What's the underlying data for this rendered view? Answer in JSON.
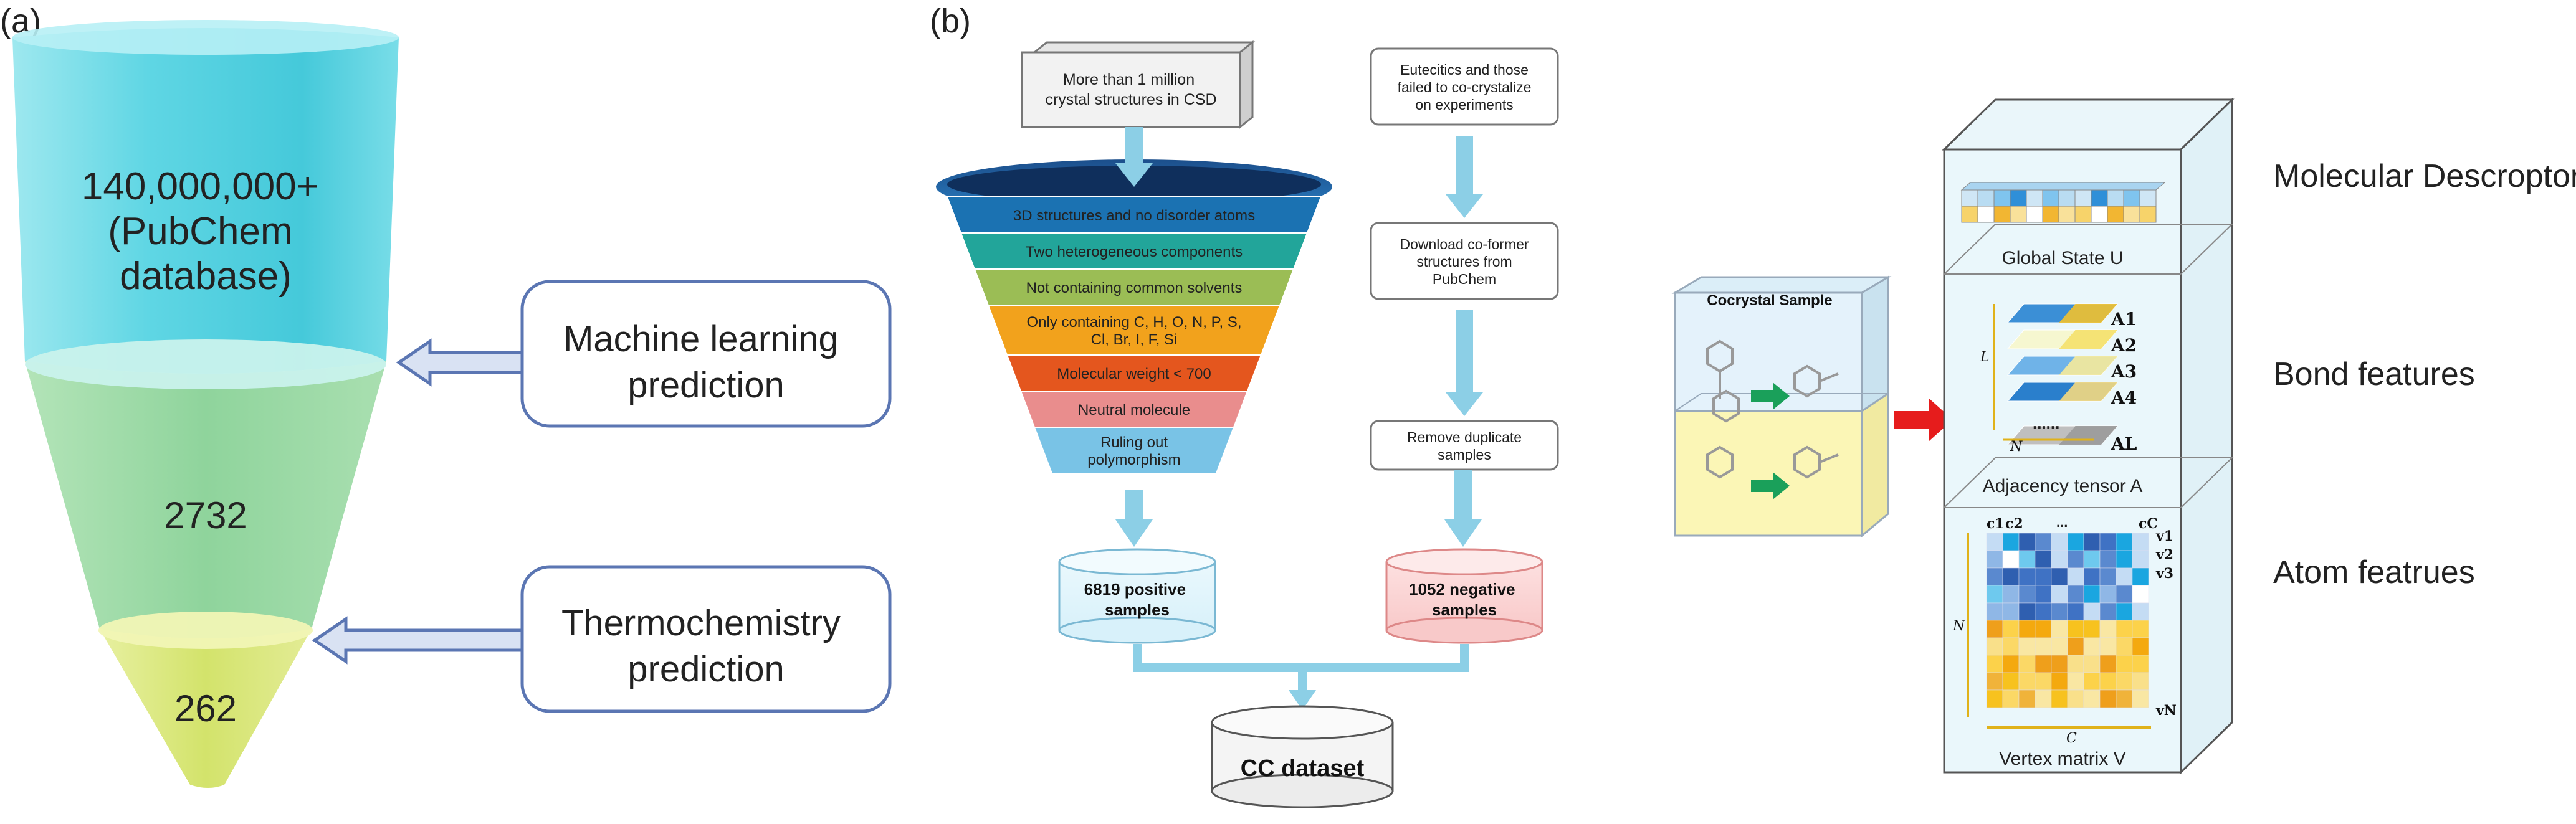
{
  "panel_a": {
    "label": "(a)",
    "tiers": [
      {
        "text_lines": [
          "140,000,000+",
          "(PubChem",
          "database)"
        ]
      },
      {
        "text_lines": [
          "2732"
        ]
      },
      {
        "text_lines": [
          "262"
        ]
      }
    ],
    "callouts": [
      {
        "text_lines": [
          "Machine learning",
          "prediction"
        ]
      },
      {
        "text_lines": [
          "Thermochemistry",
          "prediction"
        ]
      }
    ]
  },
  "panel_b": {
    "label": "(b)",
    "csd_box": [
      "More than 1 million",
      "crystal structures in CSD"
    ],
    "funnel_layers": [
      {
        "lines": [
          "3D structures and no disorder atoms"
        ],
        "color": "#1b72b2"
      },
      {
        "lines": [
          "Two heterogeneous components"
        ],
        "color": "#22a59a"
      },
      {
        "lines": [
          "Not containing common solvents"
        ],
        "color": "#9bbd55"
      },
      {
        "lines": [
          "Only containing C, H, O, N, P, S,",
          "Cl, Br, I, F, Si"
        ],
        "color": "#f2a21c"
      },
      {
        "lines": [
          "Molecular weight < 700"
        ],
        "color": "#e4561e"
      },
      {
        "lines": [
          "Neutral molecule"
        ],
        "color": "#e98d8d"
      },
      {
        "lines": [
          "Ruling out",
          "polymorphism"
        ],
        "color": "#79c3e6"
      }
    ],
    "neg_steps": [
      [
        "Eutecitics and those",
        "failed to co-crystalize",
        "on experiments"
      ],
      [
        "Download co-former",
        "structures from",
        "PubChem"
      ],
      [
        "Remove duplicate",
        "samples"
      ]
    ],
    "positive": [
      "6819 positive",
      "samples"
    ],
    "negative": [
      "1052 negative",
      "samples"
    ],
    "dataset": "CC dataset"
  },
  "panel_c": {
    "sample_title": "Cocrystal Sample",
    "global_state": "Global State U",
    "adjacency": "Adjacency tensor A",
    "vertex": "Vertex matrix V",
    "a_labels": [
      "A1",
      "A2",
      "A3",
      "A4",
      "AL"
    ],
    "v_labels": [
      "v1",
      "v2",
      "v3",
      "vN"
    ],
    "c_labels": [
      "c1",
      "c2",
      "...",
      "cC"
    ],
    "dim_labels": {
      "L": "L",
      "N": "N",
      "C": "C"
    },
    "dots": "......",
    "side_labels": [
      "Molecular Descroptors",
      "Bond features",
      "Atom featrues"
    ]
  }
}
